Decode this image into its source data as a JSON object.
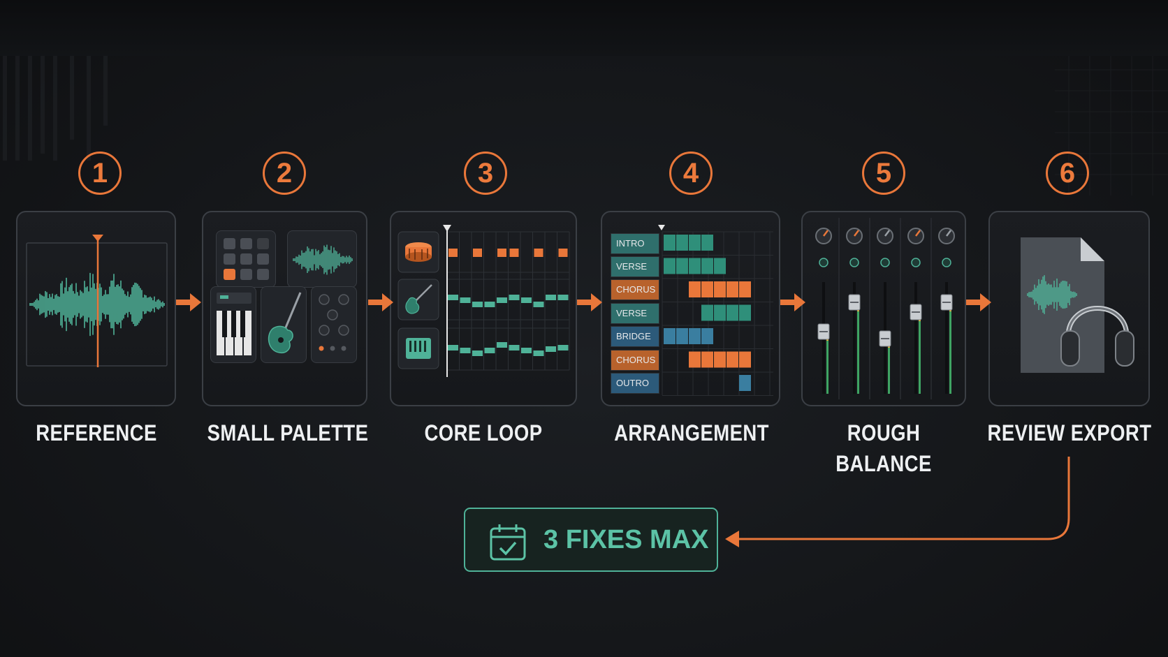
{
  "steps": [
    {
      "number": "1",
      "label": "REFERENCE",
      "icon": "waveform-reference-icon"
    },
    {
      "number": "2",
      "label": "SMALL PALETTE",
      "icon": "instrument-palette-icon"
    },
    {
      "number": "3",
      "label": "CORE LOOP",
      "icon": "loop-sequencer-icon"
    },
    {
      "number": "4",
      "label": "ARRANGEMENT",
      "icon": "song-arrangement-icon"
    },
    {
      "number": "5",
      "label": "ROUGH BALANCE",
      "icon": "mixer-icon"
    },
    {
      "number": "6",
      "label": "REVIEW EXPORT",
      "icon": "audio-file-headphones-icon"
    }
  ],
  "arrangement_sections": [
    {
      "name": "INTRO",
      "color": "#2f6f6c"
    },
    {
      "name": "VERSE",
      "color": "#2f6f6c"
    },
    {
      "name": "CHORUS",
      "color": "#b8622c"
    },
    {
      "name": "VERSE",
      "color": "#2f6f6c"
    },
    {
      "name": "BRIDGE",
      "color": "#2c5a7a"
    },
    {
      "name": "CHORUS",
      "color": "#b8622c"
    },
    {
      "name": "OUTRO",
      "color": "#2c5a7a"
    }
  ],
  "feedback": {
    "label": "3 FIXES MAX",
    "icon": "calendar-check-icon"
  },
  "colors": {
    "accent_orange": "#e9773a",
    "accent_teal": "#4fb298",
    "blue": "#3a7ea0",
    "background": "#15171a"
  }
}
